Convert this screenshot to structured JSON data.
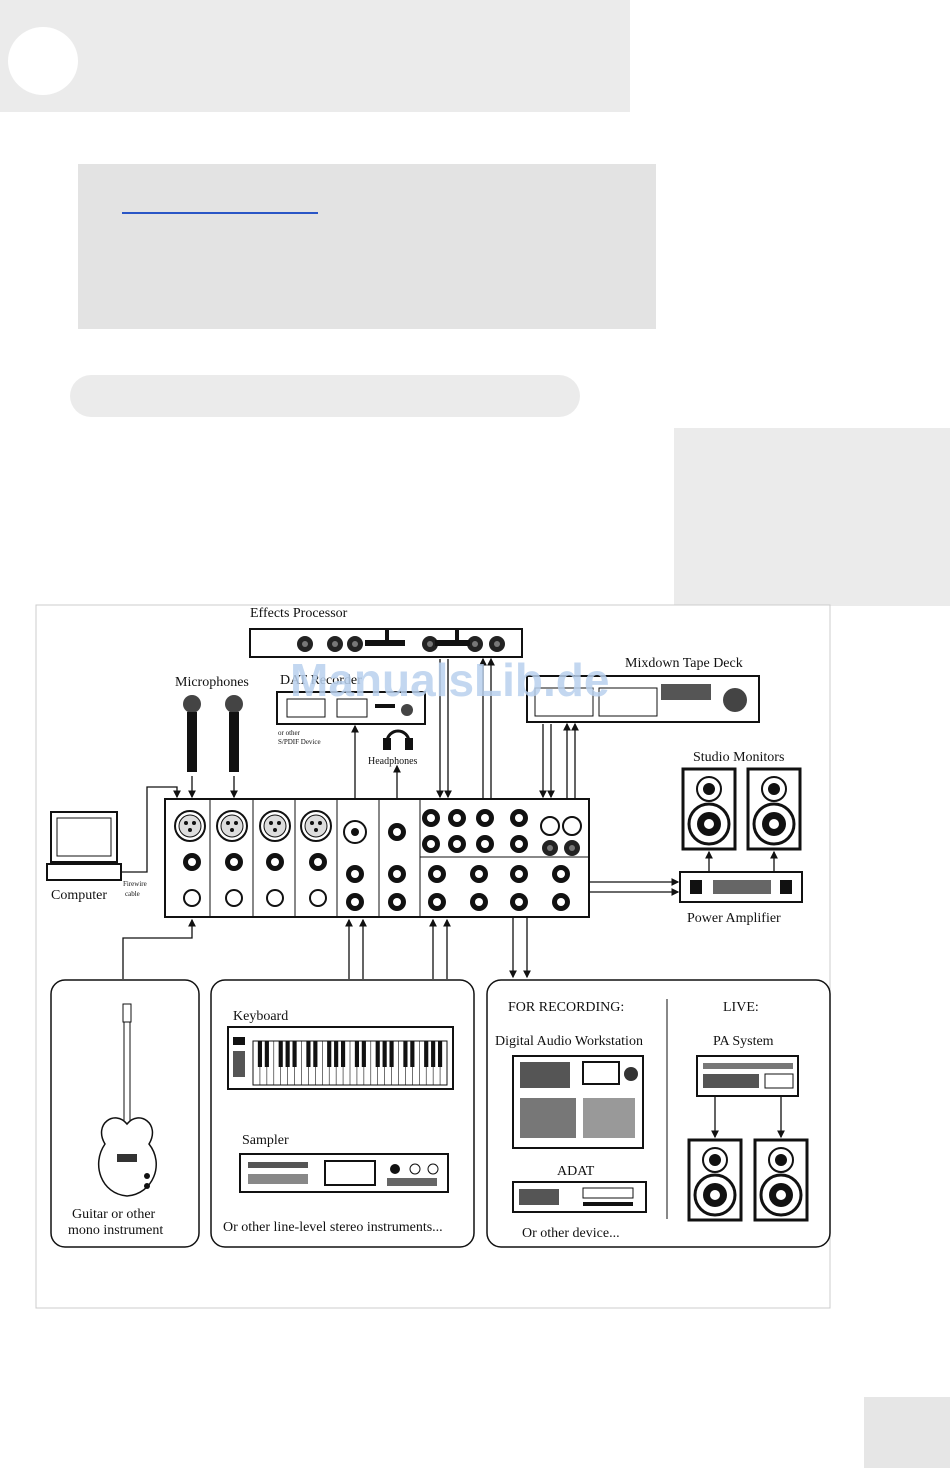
{
  "diagram": {
    "watermark": "ManualsLib.de",
    "labels": {
      "effects_processor": "Effects Processor",
      "mixdown_tape_deck": "Mixdown Tape Deck",
      "microphones": "Microphones",
      "dat_recorder": "DAT Recorder",
      "dat_sub1": "or other",
      "dat_sub2": "S/PDIF Device",
      "headphones": "Headphones",
      "studio_monitors": "Studio Monitors",
      "computer": "Computer",
      "firewire1": "Firewire",
      "firewire2": "cable",
      "power_amplifier": "Power Amplifier",
      "guitar1": "Guitar or other",
      "guitar2": "mono instrument",
      "keyboard": "Keyboard",
      "sampler": "Sampler",
      "line_level": "Or other line-level stereo instruments...",
      "for_recording": "FOR RECORDING:",
      "daw": "Digital Audio Workstation",
      "adat": "ADAT",
      "other_device": "Or other device...",
      "live": "LIVE:",
      "pa_system": "PA System"
    }
  },
  "colors": {
    "band": "#ebebeb",
    "note_box": "#e3e3e3",
    "link": "#2a56c6",
    "watermark": "#b9d1ee"
  }
}
